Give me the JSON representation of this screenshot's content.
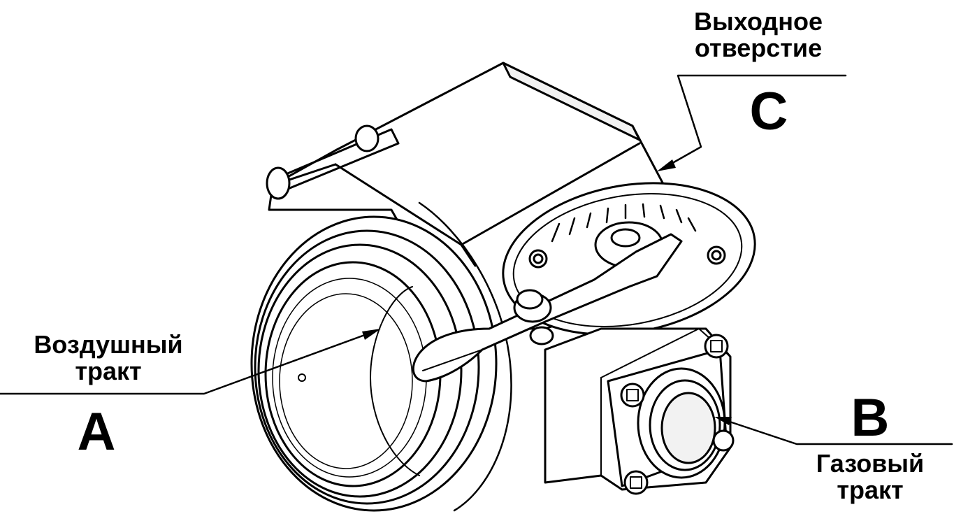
{
  "callouts": {
    "outlet": {
      "desc": [
        "Выходное",
        "отверстие"
      ],
      "letter": "C"
    },
    "air": {
      "desc": [
        "Воздушный",
        "тракт"
      ],
      "letter": "A"
    },
    "gas": {
      "desc": [
        "Газовый",
        "тракт"
      ],
      "letter": "B"
    }
  },
  "colors": {
    "ink": "#000000",
    "paper": "#ffffff",
    "shade": "#f2f2f2"
  }
}
